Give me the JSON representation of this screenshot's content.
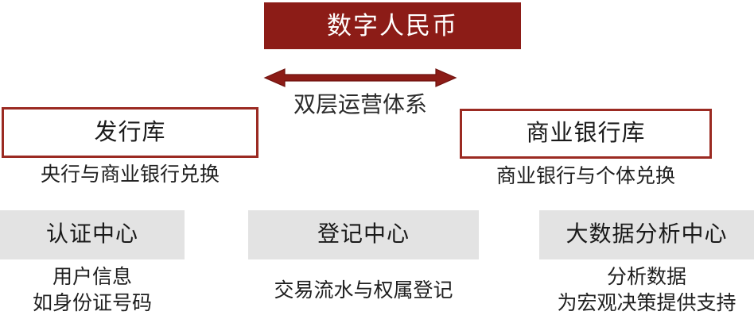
{
  "diagram": {
    "title_box": {
      "label": "数字人民币",
      "fill_color": "#8C1C17",
      "text_color": "#FFFFFF"
    },
    "connector": {
      "type": "double-headed-arrow",
      "color": "#8C1C17",
      "label": "双层运营体系"
    },
    "tier_boxes": [
      {
        "id": "issue",
        "label": "发行库",
        "caption": "央行与商业银行兑换",
        "border_color": "#9B2A22",
        "fill_color": "#FFFFFF"
      },
      {
        "id": "commercial-bank",
        "label": "商业银行库",
        "caption": "商业银行与个体兑换",
        "border_color": "#9B2A22",
        "fill_color": "#FFFFFF"
      }
    ],
    "center_boxes": [
      {
        "id": "auth",
        "label": "认证中心",
        "fill_color": "#E3E3E3",
        "caption_lines": [
          "用户信息",
          "如身份证号码"
        ]
      },
      {
        "id": "register",
        "label": "登记中心",
        "fill_color": "#E3E3E3",
        "caption_lines": [
          "交易流水与权属登记"
        ]
      },
      {
        "id": "bigdata",
        "label": "大数据分析中心",
        "fill_color": "#E3E3E3",
        "caption_lines": [
          "分析数据",
          "为宏观决策提供支持"
        ]
      }
    ]
  }
}
